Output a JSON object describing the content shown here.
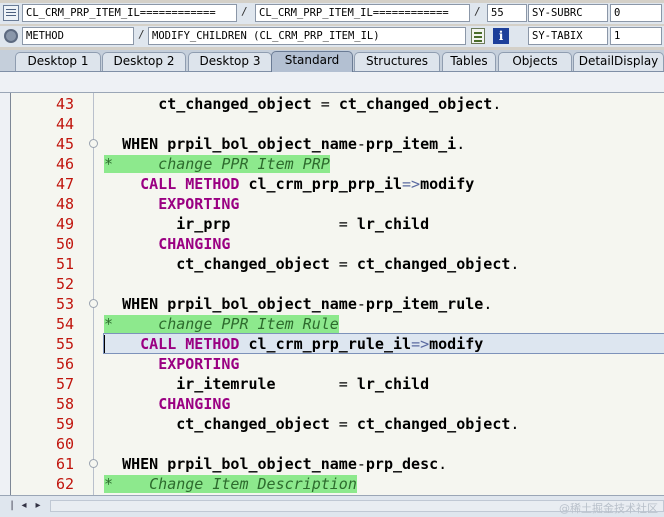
{
  "info": {
    "program": "CL_CRM_PRP_ITEM_IL============",
    "include": "CL_CRM_PRP_ITEM_IL============",
    "line": "55",
    "field1": "SY-SUBRC",
    "value1": "0",
    "type": "METHOD",
    "event": "MODIFY_CHILDREN (CL_CRM_PRP_ITEM_IL)",
    "field2": "SY-TABIX",
    "value2": "1",
    "separator": "/"
  },
  "tabs": [
    "Desktop 1",
    "Desktop 2",
    "Desktop 3",
    "Standard",
    "Structures",
    "Tables",
    "Objects",
    "DetailDisplay"
  ],
  "active_tab": "Standard",
  "code": [
    {
      "n": "43",
      "t": [
        [
          "",
          "      "
        ],
        [
          "ob",
          "ct_changed_object"
        ],
        [
          "",
          " = "
        ],
        [
          "ob",
          "ct_changed_object"
        ],
        [
          "",
          "."
        ]
      ]
    },
    {
      "n": "44",
      "t": []
    },
    {
      "n": "45",
      "t": [
        [
          "",
          "  "
        ],
        [
          "ob",
          "WHEN prpil_bol_object_name"
        ],
        [
          "",
          "-"
        ],
        [
          "ob",
          "prp_item_i"
        ],
        [
          "",
          "."
        ]
      ],
      "fold": true
    },
    {
      "n": "46",
      "t": [
        [
          "cmbox",
          "*     change PPR Item PRP"
        ]
      ]
    },
    {
      "n": "47",
      "t": [
        [
          "",
          "    "
        ],
        [
          "kw",
          "CALL METHOD"
        ],
        [
          "",
          " "
        ],
        [
          "ob",
          "cl_crm_prp_prp_il"
        ],
        [
          "arrow",
          "=>"
        ],
        [
          "ob",
          "modify"
        ]
      ]
    },
    {
      "n": "48",
      "t": [
        [
          "",
          "      "
        ],
        [
          "kw",
          "EXPORTING"
        ]
      ]
    },
    {
      "n": "49",
      "t": [
        [
          "",
          "        "
        ],
        [
          "ob",
          "ir_prp"
        ],
        [
          "",
          "            = "
        ],
        [
          "ob",
          "lr_child"
        ]
      ]
    },
    {
      "n": "50",
      "t": [
        [
          "",
          "      "
        ],
        [
          "kw",
          "CHANGING"
        ]
      ]
    },
    {
      "n": "51",
      "t": [
        [
          "",
          "        "
        ],
        [
          "ob",
          "ct_changed_object"
        ],
        [
          "",
          " = "
        ],
        [
          "ob",
          "ct_changed_object"
        ],
        [
          "",
          "."
        ]
      ]
    },
    {
      "n": "52",
      "t": []
    },
    {
      "n": "53",
      "t": [
        [
          "",
          "  "
        ],
        [
          "ob",
          "WHEN prpil_bol_object_name"
        ],
        [
          "",
          "-"
        ],
        [
          "ob",
          "prp_item_rule"
        ],
        [
          "",
          "."
        ]
      ],
      "fold": true
    },
    {
      "n": "54",
      "t": [
        [
          "cmbox",
          "*     change PPR Item Rule"
        ]
      ]
    },
    {
      "n": "55",
      "t": [
        [
          "",
          "    "
        ],
        [
          "kw",
          "CALL METHOD"
        ],
        [
          "",
          " "
        ],
        [
          "ob",
          "cl_crm_prp_rule_il"
        ],
        [
          "arrow",
          "=>"
        ],
        [
          "ob",
          "modify"
        ]
      ],
      "current": true
    },
    {
      "n": "56",
      "t": [
        [
          "",
          "      "
        ],
        [
          "kw",
          "EXPORTING"
        ]
      ]
    },
    {
      "n": "57",
      "t": [
        [
          "",
          "        "
        ],
        [
          "ob",
          "ir_itemrule"
        ],
        [
          "",
          "       = "
        ],
        [
          "ob",
          "lr_child"
        ]
      ]
    },
    {
      "n": "58",
      "t": [
        [
          "",
          "      "
        ],
        [
          "kw",
          "CHANGING"
        ]
      ]
    },
    {
      "n": "59",
      "t": [
        [
          "",
          "        "
        ],
        [
          "ob",
          "ct_changed_object"
        ],
        [
          "",
          " = "
        ],
        [
          "ob",
          "ct_changed_object"
        ],
        [
          "",
          "."
        ]
      ]
    },
    {
      "n": "60",
      "t": []
    },
    {
      "n": "61",
      "t": [
        [
          "",
          "  "
        ],
        [
          "ob",
          "WHEN prpil_bol_object_name"
        ],
        [
          "",
          "-"
        ],
        [
          "ob",
          "prp_desc"
        ],
        [
          "",
          "."
        ]
      ],
      "fold": true
    },
    {
      "n": "62",
      "t": [
        [
          "cmbox",
          "*    Change Item Description"
        ]
      ]
    }
  ],
  "colors": {
    "keyword": "#9a0082",
    "line_number": "#c0140c",
    "comment_bg": "#8de98d",
    "current_line": "#dde6f0"
  },
  "icons": [
    "document-icon",
    "method-gear-icon",
    "page-icon",
    "info-icon",
    "breakpoint-arrow-icon",
    "scroll-left-icon",
    "scroll-right-icon"
  ],
  "watermark": "@稀土掘金技术社区"
}
